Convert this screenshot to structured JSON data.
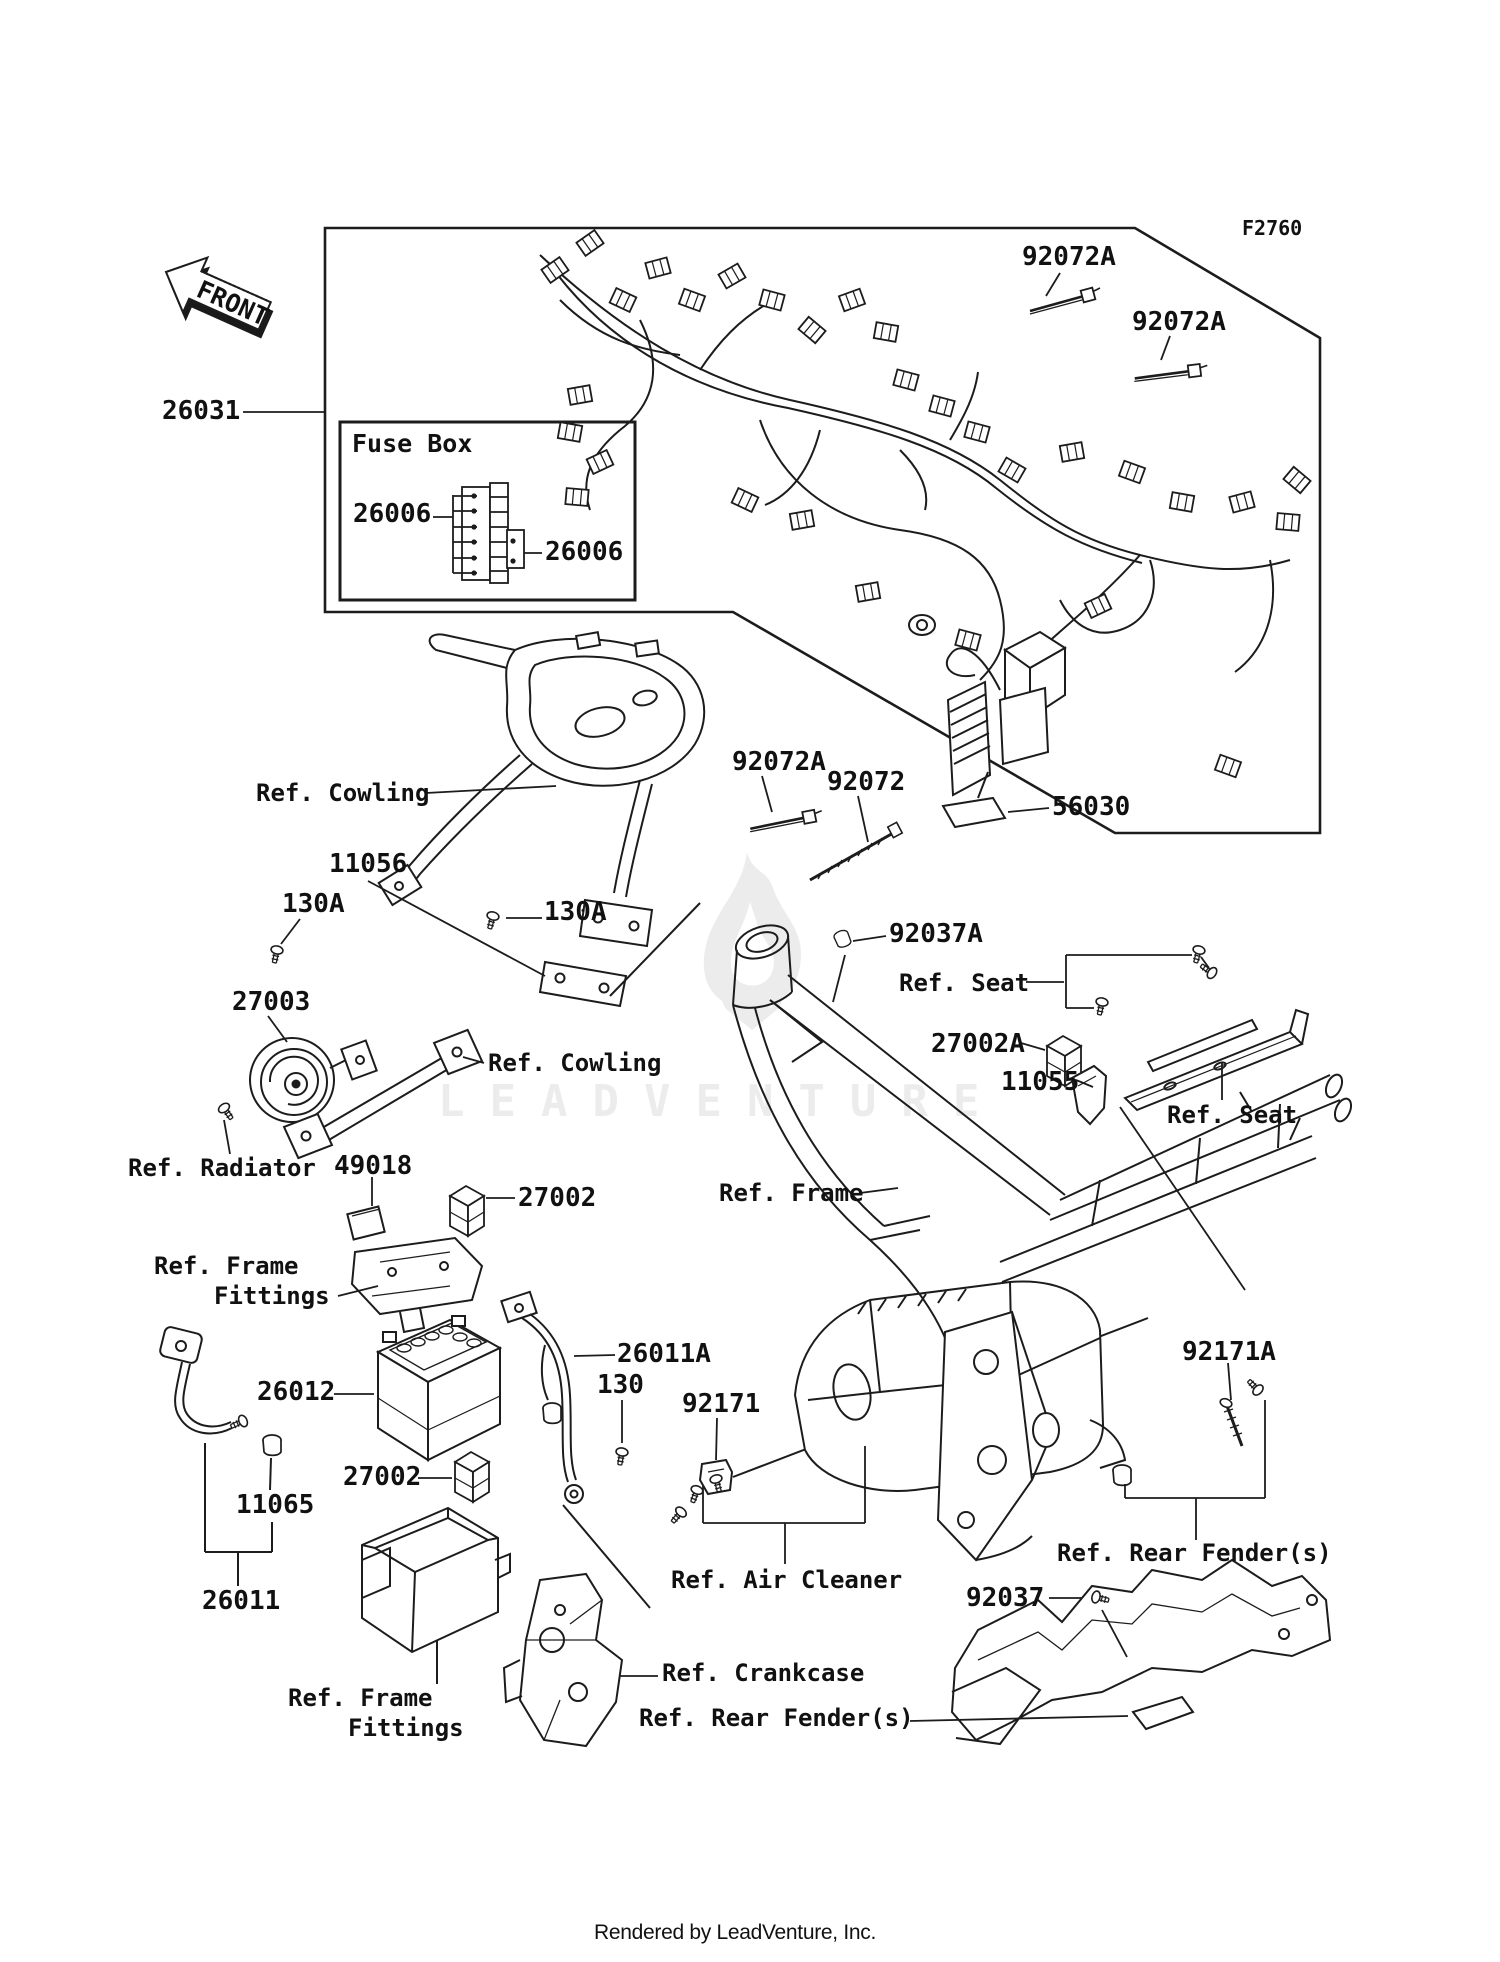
{
  "meta": {
    "figure_code": "F2760",
    "front_marker": "FRONT",
    "watermark_text": "LEADVENTURE",
    "footer_credit": "Rendered by LeadVenture, Inc.",
    "colors": {
      "line": "#1c1c1c",
      "background": "#ffffff",
      "watermark": "#ececec"
    }
  },
  "inset": {
    "title": "Fuse Box"
  },
  "labels": {
    "l26031": "26031",
    "l26006a": "26006",
    "l26006b": "26006",
    "l92072a_1": "92072A",
    "l92072a_2": "92072A",
    "l92072a_3": "92072A",
    "l92072": "92072",
    "l56030": "56030",
    "ref_cowling_1": "Ref. Cowling",
    "l11056": "11056",
    "l130a_1": "130A",
    "l130a_2": "130A",
    "l27003": "27003",
    "ref_cowling_2": "Ref. Cowling",
    "ref_radiator": "Ref. Radiator",
    "l49018": "49018",
    "l27002_1": "27002",
    "ref_frame_fittings_1a": "Ref. Frame",
    "ref_frame_fittings_1b": "Fittings",
    "l26012": "26012",
    "l27002_2": "27002",
    "l11065": "11065",
    "l26011": "26011",
    "l26011a": "26011A",
    "l130": "130",
    "l92171": "92171",
    "ref_frame": "Ref. Frame",
    "l92037a": "92037A",
    "ref_seat_1": "Ref. Seat",
    "l27002a": "27002A",
    "l11055": "11055",
    "ref_seat_2": "Ref. Seat",
    "l92171a": "92171A",
    "ref_air_cleaner": "Ref. Air Cleaner",
    "ref_crankcase": "Ref. Crankcase",
    "ref_rear_fender_1": "Ref. Rear Fender(s)",
    "ref_rear_fender_2": "Ref. Rear Fender(s)",
    "l92037": "92037",
    "ref_frame_fittings_2a": "Ref. Frame",
    "ref_frame_fittings_2b": "Fittings"
  }
}
